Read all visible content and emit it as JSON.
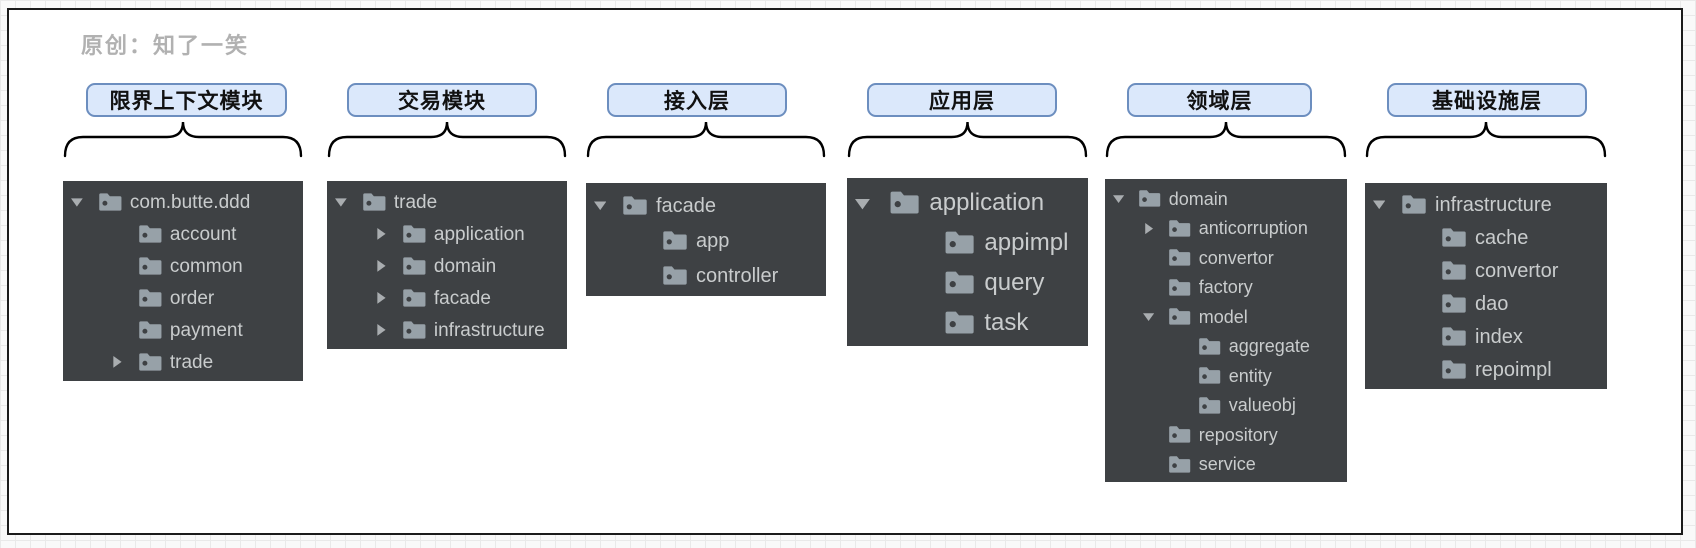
{
  "watermark": "原创：知了一笑",
  "colors": {
    "label_fill": "#dbe8fb",
    "label_border": "#6c8ebf",
    "panel_background": "#3e4144",
    "tree_text": "#c9cccd",
    "folder_icon": "#97a1a8",
    "watermark_gray": "#b1b1b1",
    "canvas_border": "#1b1b1b"
  },
  "modules": [
    {
      "label": "限界上下文模块",
      "tree": [
        {
          "name": "com.butte.ddd",
          "level": 0,
          "state": "expanded"
        },
        {
          "name": "account",
          "level": 1,
          "state": "leaf"
        },
        {
          "name": "common",
          "level": 1,
          "state": "leaf"
        },
        {
          "name": "order",
          "level": 1,
          "state": "leaf"
        },
        {
          "name": "payment",
          "level": 1,
          "state": "leaf"
        },
        {
          "name": "trade",
          "level": 1,
          "state": "collapsed"
        }
      ]
    },
    {
      "label": "交易模块",
      "tree": [
        {
          "name": "trade",
          "level": 0,
          "state": "expanded"
        },
        {
          "name": "application",
          "level": 1,
          "state": "collapsed"
        },
        {
          "name": "domain",
          "level": 1,
          "state": "collapsed"
        },
        {
          "name": "facade",
          "level": 1,
          "state": "collapsed"
        },
        {
          "name": "infrastructure",
          "level": 1,
          "state": "collapsed"
        }
      ]
    },
    {
      "label": "接入层",
      "tree": [
        {
          "name": "facade",
          "level": 0,
          "state": "expanded"
        },
        {
          "name": "app",
          "level": 1,
          "state": "leaf"
        },
        {
          "name": "controller",
          "level": 1,
          "state": "leaf"
        }
      ]
    },
    {
      "label": "应用层",
      "tree": [
        {
          "name": "application",
          "level": 0,
          "state": "expanded"
        },
        {
          "name": "appimpl",
          "level": 1,
          "state": "leaf"
        },
        {
          "name": "query",
          "level": 1,
          "state": "leaf"
        },
        {
          "name": "task",
          "level": 1,
          "state": "leaf"
        }
      ]
    },
    {
      "label": "领域层",
      "tree": [
        {
          "name": "domain",
          "level": 0,
          "state": "expanded"
        },
        {
          "name": "anticorruption",
          "level": 1,
          "state": "collapsed"
        },
        {
          "name": "convertor",
          "level": 1,
          "state": "leaf"
        },
        {
          "name": "factory",
          "level": 1,
          "state": "leaf"
        },
        {
          "name": "model",
          "level": 1,
          "state": "expanded"
        },
        {
          "name": "aggregate",
          "level": 2,
          "state": "leaf"
        },
        {
          "name": "entity",
          "level": 2,
          "state": "leaf"
        },
        {
          "name": "valueobj",
          "level": 2,
          "state": "leaf"
        },
        {
          "name": "repository",
          "level": 1,
          "state": "leaf"
        },
        {
          "name": "service",
          "level": 1,
          "state": "leaf"
        }
      ]
    },
    {
      "label": "基础设施层",
      "tree": [
        {
          "name": "infrastructure",
          "level": 0,
          "state": "expanded"
        },
        {
          "name": "cache",
          "level": 1,
          "state": "leaf"
        },
        {
          "name": "convertor",
          "level": 1,
          "state": "leaf"
        },
        {
          "name": "dao",
          "level": 1,
          "state": "leaf"
        },
        {
          "name": "index",
          "level": 1,
          "state": "leaf"
        },
        {
          "name": "repoimpl",
          "level": 1,
          "state": "leaf"
        }
      ]
    }
  ]
}
